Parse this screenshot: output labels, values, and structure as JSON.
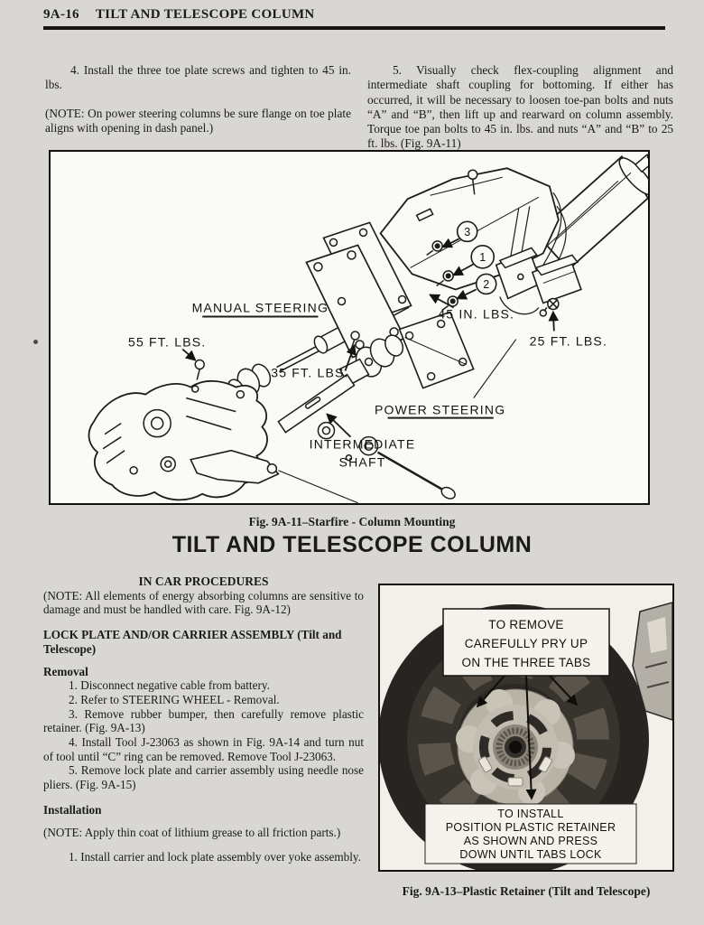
{
  "header": {
    "page_number": "9A-16",
    "title": "TILT AND TELESCOPE COLUMN"
  },
  "intro": {
    "left": {
      "step_4": "4. Install the three toe plate screws and tighten to 45 in. lbs.",
      "note": "(NOTE: On power steering columns be sure flange on toe plate aligns with opening in dash panel.)"
    },
    "right": {
      "step_5": "5. Visually check flex-coupling alignment and intermediate shaft coupling for bottoming. If either has occurred, it will be necessary to loosen toe-pan bolts and nuts “A” and “B”, then lift up and rearward on column assembly. Torque toe pan bolts to 45 in. lbs. and nuts “A” and “B” to 25 ft. lbs. (Fig. 9A-11)"
    }
  },
  "figure_9a11": {
    "caption": "Fig. 9A-11–Starfire - Column Mounting",
    "labels": {
      "manual_steering": "MANUAL STEERING",
      "power_steering": "POWER STEERING",
      "intermediate_1": "INTERMEDIATE",
      "intermediate_2": "SHAFT",
      "torque_45_in": "45 IN. LBS.",
      "torque_55_ft": "55 FT. LBS.",
      "torque_35_ft": "35 FT. LBS.",
      "torque_25_ft": "25 FT. LBS.",
      "callout_1": "1",
      "callout_2": "2",
      "callout_3": "3"
    }
  },
  "section": {
    "title": "TILT AND TELESCOPE COLUMN",
    "subtitle": "IN CAR PROCEDURES"
  },
  "procedures": {
    "note": "(NOTE: All elements of energy absorbing columns are sensitive to damage and must be handled with care. Fig. 9A-12)",
    "assembly_heading": "LOCK PLATE AND/OR CARRIER ASSEMBLY (Tilt and Telescope)",
    "removal_heading": "Removal",
    "removal_steps": [
      "1. Disconnect negative cable from battery.",
      "2. Refer to STEERING WHEEL - Removal.",
      "3. Remove rubber bumper, then carefully remove plastic retainer. (Fig. 9A-13)",
      "4. Install Tool J-23063 as shown in Fig. 9A-14 and turn nut of tool until “C” ring can be removed. Remove Tool J-23063.",
      "5. Remove lock plate and carrier assembly using needle nose pliers. (Fig. 9A-15)"
    ],
    "installation_heading": "Installation",
    "installation_note": "(NOTE: Apply thin coat of lithium grease to all friction parts.)",
    "installation_step_1": "1. Install carrier and lock plate assembly over yoke assembly."
  },
  "figure_9a13": {
    "caption": "Fig. 9A-13–Plastic Retainer (Tilt and Telescope)",
    "remove_label": [
      "TO REMOVE",
      "CAREFULLY PRY UP",
      "ON THE THREE TABS"
    ],
    "install_label": [
      "TO INSTALL",
      "POSITION PLASTIC RETAINER",
      "AS SHOWN AND PRESS",
      "DOWN UNTIL TABS LOCK"
    ]
  },
  "colors": {
    "page_bg": "#d8d7d3",
    "ink": "#1b1a17",
    "figure_bg": "#fafaf6"
  }
}
